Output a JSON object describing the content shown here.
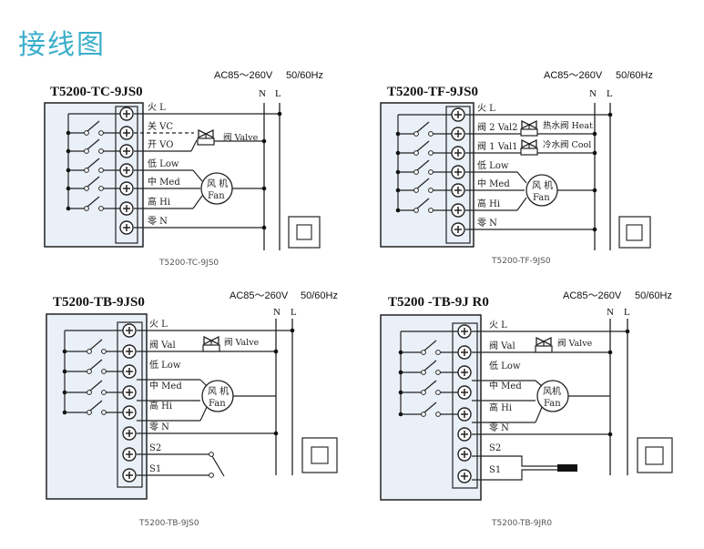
{
  "page": {
    "title": "接线图",
    "title_color": "#3aaecb",
    "panel_fill": "#eaf0f8"
  },
  "diagrams": [
    {
      "model": "T5200-TC-9JS0",
      "power": "AC85～260V",
      "freq": "50/60Hz",
      "N": "N",
      "L": "L",
      "caption": "T5200-TC-9JS0",
      "terminals": [
        "火 L",
        "关 VC",
        "开 VO",
        "低 Low",
        "中 Med",
        "高 Hi",
        "零 N"
      ],
      "valve": {
        "label": "阀  Valve"
      },
      "fan": {
        "cn": "风 机",
        "en": "Fan"
      }
    },
    {
      "model": "T5200-TF-9JS0",
      "power": "AC85～260V",
      "freq": "50/60Hz",
      "N": "N",
      "L": "L",
      "caption": "T5200-TF-9JS0",
      "terminals": [
        "火 L",
        "阀 2 Val2",
        "阀 1 Val1",
        "低 Low",
        "中 Med",
        "高 Hi",
        "零 N"
      ],
      "valve_heat": {
        "label": "热水阀 Heat"
      },
      "valve_cool": {
        "label": "冷水阀 Cool"
      },
      "fan": {
        "cn": "风 机",
        "en": "Fan"
      }
    },
    {
      "model": "T5200-TB-9JS0",
      "power": "AC85～260V",
      "freq": "50/60Hz",
      "N": "N",
      "L": "L",
      "caption": "T5200-TB-9JS0",
      "terminals": [
        "火 L",
        "阀 Val",
        "低 Low",
        "中 Med",
        "高 Hi",
        "零 N",
        "S2",
        "S1"
      ],
      "valve": {
        "label": "阀  Valve"
      },
      "fan": {
        "cn": "风 机",
        "en": "Fan"
      }
    },
    {
      "model": "T5200 -TB-9J R0",
      "power": "AC85～260V",
      "freq": "50/60Hz",
      "N": "N",
      "L": "L",
      "caption": "T5200-TB-9JR0",
      "terminals": [
        "火 L",
        "阀 Val",
        "低 Low",
        "中 Med",
        "高 Hi",
        "零 N",
        "S2",
        "S1"
      ],
      "valve": {
        "label": "阀  Valve"
      },
      "fan": {
        "cn": "风机",
        "en": "Fan"
      }
    }
  ]
}
